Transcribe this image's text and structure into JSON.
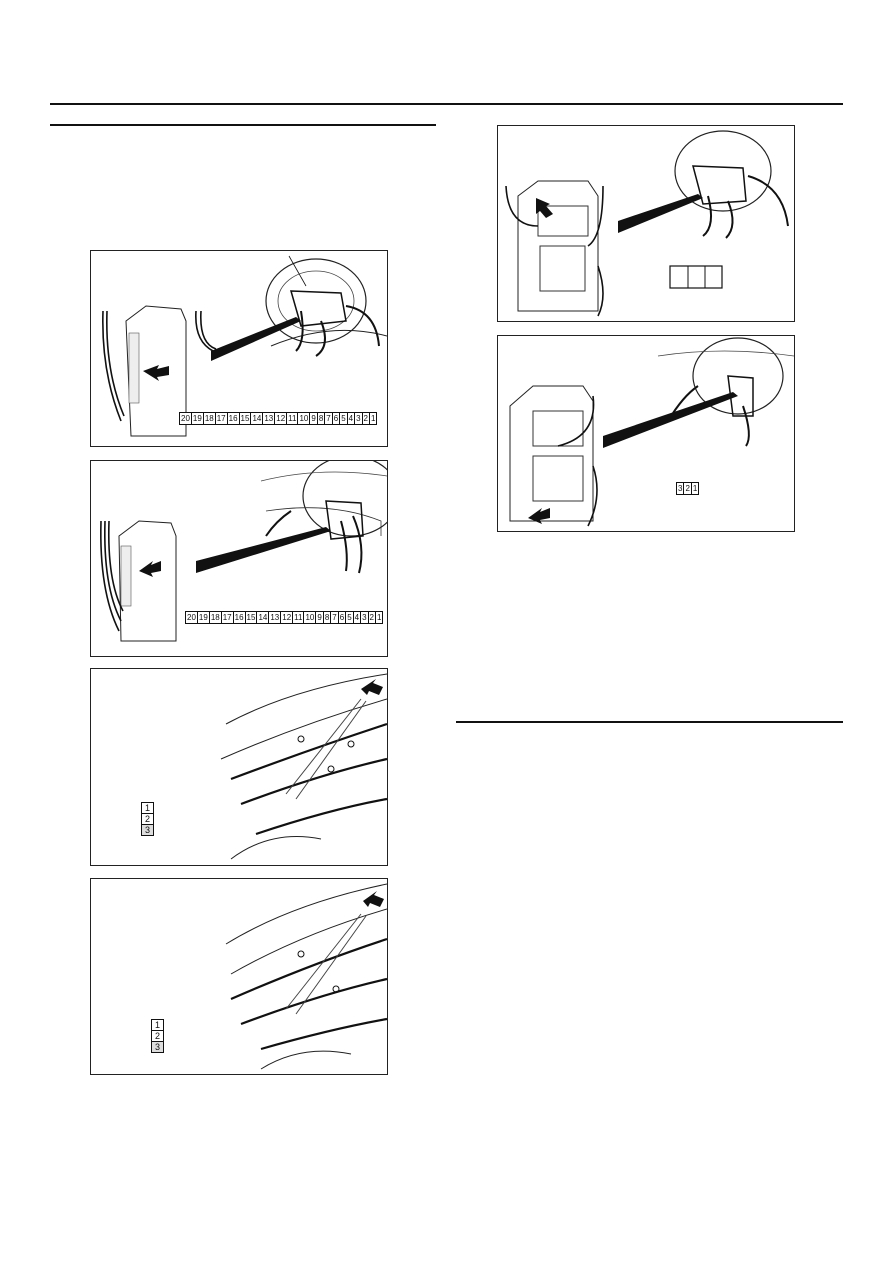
{
  "connector_a": {
    "pins": [
      "20",
      "19",
      "18",
      "17",
      "16",
      "15",
      "14",
      "13",
      "12",
      "11",
      "10",
      "9",
      "8",
      "7",
      "6",
      "5",
      "4",
      "3",
      "2",
      "1"
    ]
  },
  "connector_b": {
    "pins": [
      "20",
      "19",
      "18",
      "17",
      "16",
      "15",
      "14",
      "13",
      "12",
      "11",
      "10",
      "9",
      "8",
      "7",
      "6",
      "5",
      "4",
      "3",
      "2",
      "1"
    ]
  },
  "connector_c": {
    "pins": [
      "1",
      "2",
      "3"
    ]
  },
  "connector_d": {
    "pins": [
      "1",
      "2",
      "3"
    ]
  },
  "connector_f": {
    "pins": [
      "3",
      "2",
      "1"
    ]
  },
  "icons": [
    "arrow-icon",
    "steering-wheel-icon",
    "junction-block-icon",
    "wiring-harness-icon"
  ]
}
